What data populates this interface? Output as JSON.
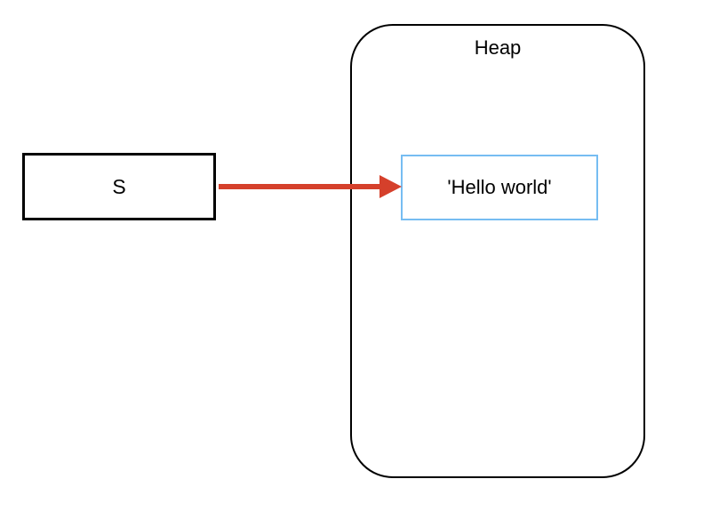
{
  "diagram": {
    "heap": {
      "label": "Heap",
      "string_value": "'Hello world'"
    },
    "variable": {
      "label": "S"
    },
    "arrow": {
      "from": "variable-box",
      "to": "heap-string-box",
      "direction": "right"
    }
  },
  "colors": {
    "arrow": "#d5402b",
    "string_border": "#76bdf2",
    "box_border": "#000000",
    "text": "#000000",
    "background": "#ffffff"
  }
}
